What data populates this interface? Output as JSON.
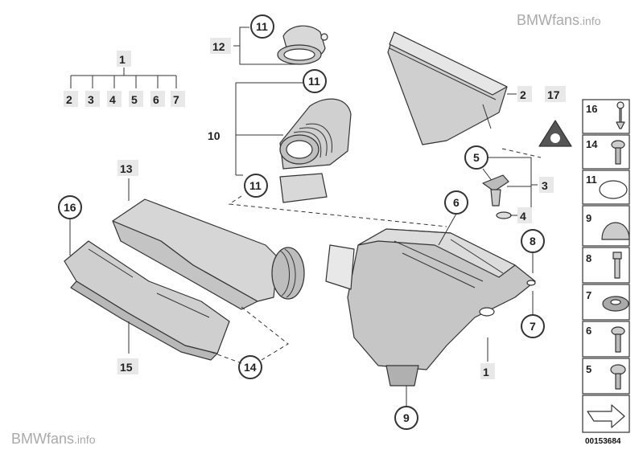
{
  "watermark_top": "BMWfans",
  "watermark_top_suffix": ".info",
  "watermark_bottom": "BMWfans",
  "watermark_bottom_suffix": ".info",
  "diagram_code": "00153684",
  "labels": {
    "l1_top": "1",
    "l2_top": "2",
    "l3_top": "3",
    "l4_top": "4",
    "l5_top": "5",
    "l6_top": "6",
    "l7_top": "7",
    "l12": "12",
    "l11_a": "11",
    "l11_b": "11",
    "l10": "10",
    "l11_c": "11",
    "l2_side": "2",
    "l17": "17",
    "l5_side": "5",
    "l3_side": "3",
    "l4_side": "4",
    "l13": "13",
    "l16": "16",
    "l6_mid": "6",
    "l8_mid": "8",
    "l7_mid": "7",
    "l15": "15",
    "l14": "14",
    "l1_bottom": "1",
    "l9_bottom": "9"
  },
  "sidebar": [
    {
      "num": "16",
      "part": "screw"
    },
    {
      "num": "14",
      "part": "screw"
    },
    {
      "num": "11",
      "part": "hose-clamp"
    },
    {
      "num": "9",
      "part": "rubber-cap"
    },
    {
      "num": "8",
      "part": "bolt"
    },
    {
      "num": "7",
      "part": "grommet"
    },
    {
      "num": "6",
      "part": "screw"
    },
    {
      "num": "5",
      "part": "screw"
    }
  ],
  "colors": {
    "line": "#333333",
    "badge": "#e8e8e8",
    "watermark": "#aaaaaa"
  }
}
